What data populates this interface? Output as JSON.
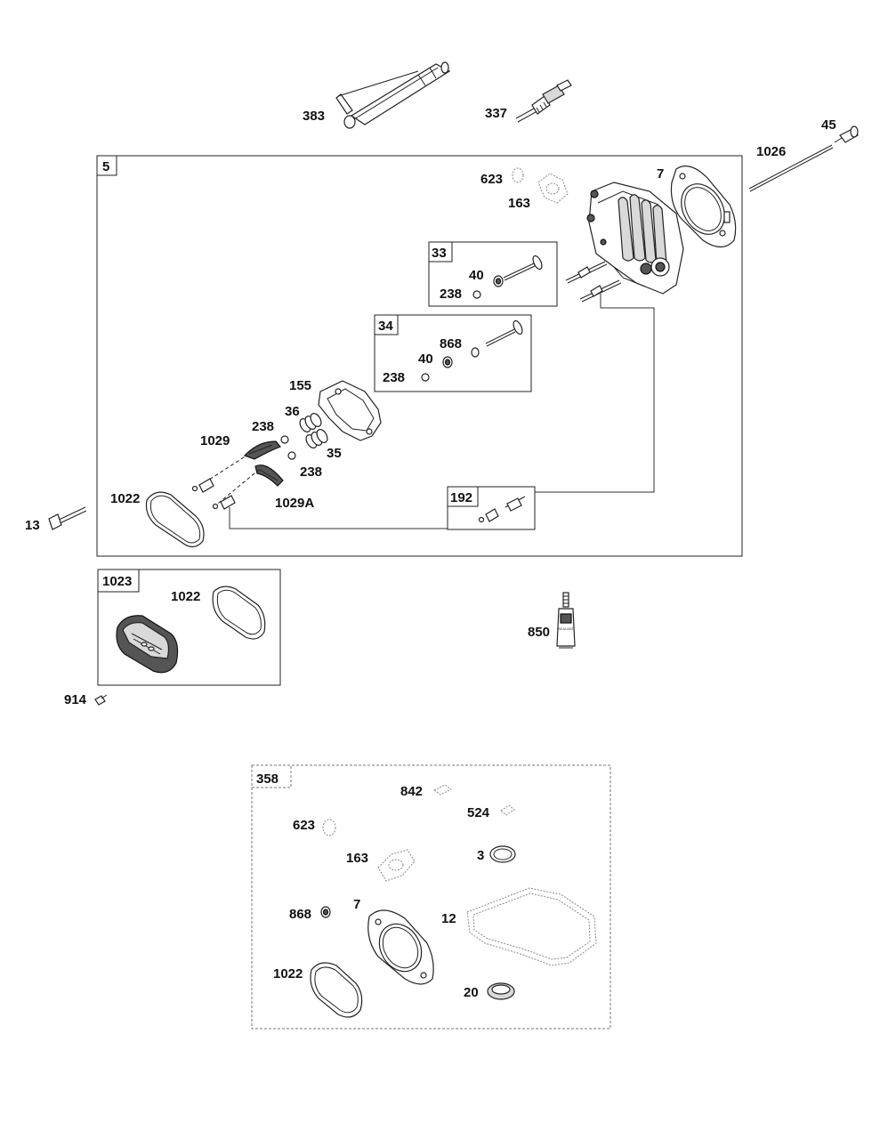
{
  "labels": {
    "l383": "383",
    "l337": "337",
    "l45": "45",
    "l1026": "1026",
    "l623a": "623",
    "l163a": "163",
    "l7a": "7",
    "l40a": "40",
    "l238a": "238",
    "l868a": "868",
    "l40b": "40",
    "l238b": "238",
    "l155": "155",
    "l36": "36",
    "l238c": "238",
    "l1029": "1029",
    "l35": "35",
    "l238d": "238",
    "l1022a": "1022",
    "l1029A": "1029A",
    "l13": "13",
    "l1022b": "1022",
    "l850": "850",
    "l914": "914",
    "l842": "842",
    "l524": "524",
    "l623b": "623",
    "l163b": "163",
    "l3": "3",
    "l868b": "868",
    "l7b": "7",
    "l12": "12",
    "l1022c": "1022",
    "l20": "20"
  },
  "boxes": {
    "b5": "5",
    "b33": "33",
    "b34": "34",
    "b192": "192",
    "b1023": "1023",
    "b358": "358"
  },
  "tube_text": "SEALANT"
}
